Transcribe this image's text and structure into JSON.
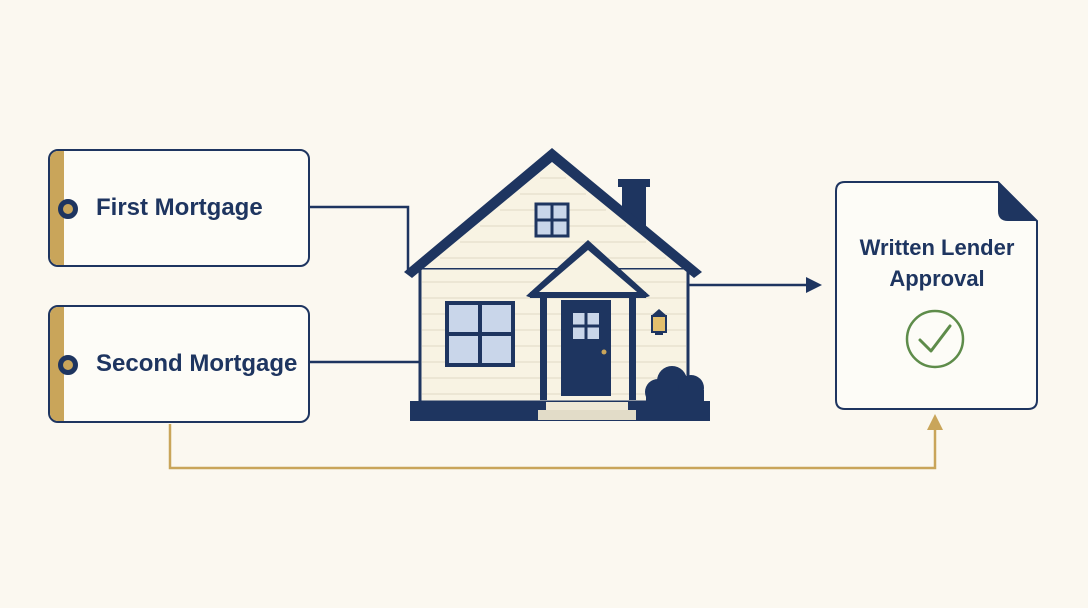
{
  "loans": {
    "first": "First Mortgage",
    "second": "Second Mortgage"
  },
  "approval": {
    "line1": "Written Lender",
    "line2": "Approval",
    "status": "check-mark"
  },
  "colors": {
    "navy": "#1e3560",
    "gold": "#c9a55a",
    "green": "#5e8c4a",
    "background": "#fbf8f0",
    "house_siding": "#f8f3e3"
  }
}
